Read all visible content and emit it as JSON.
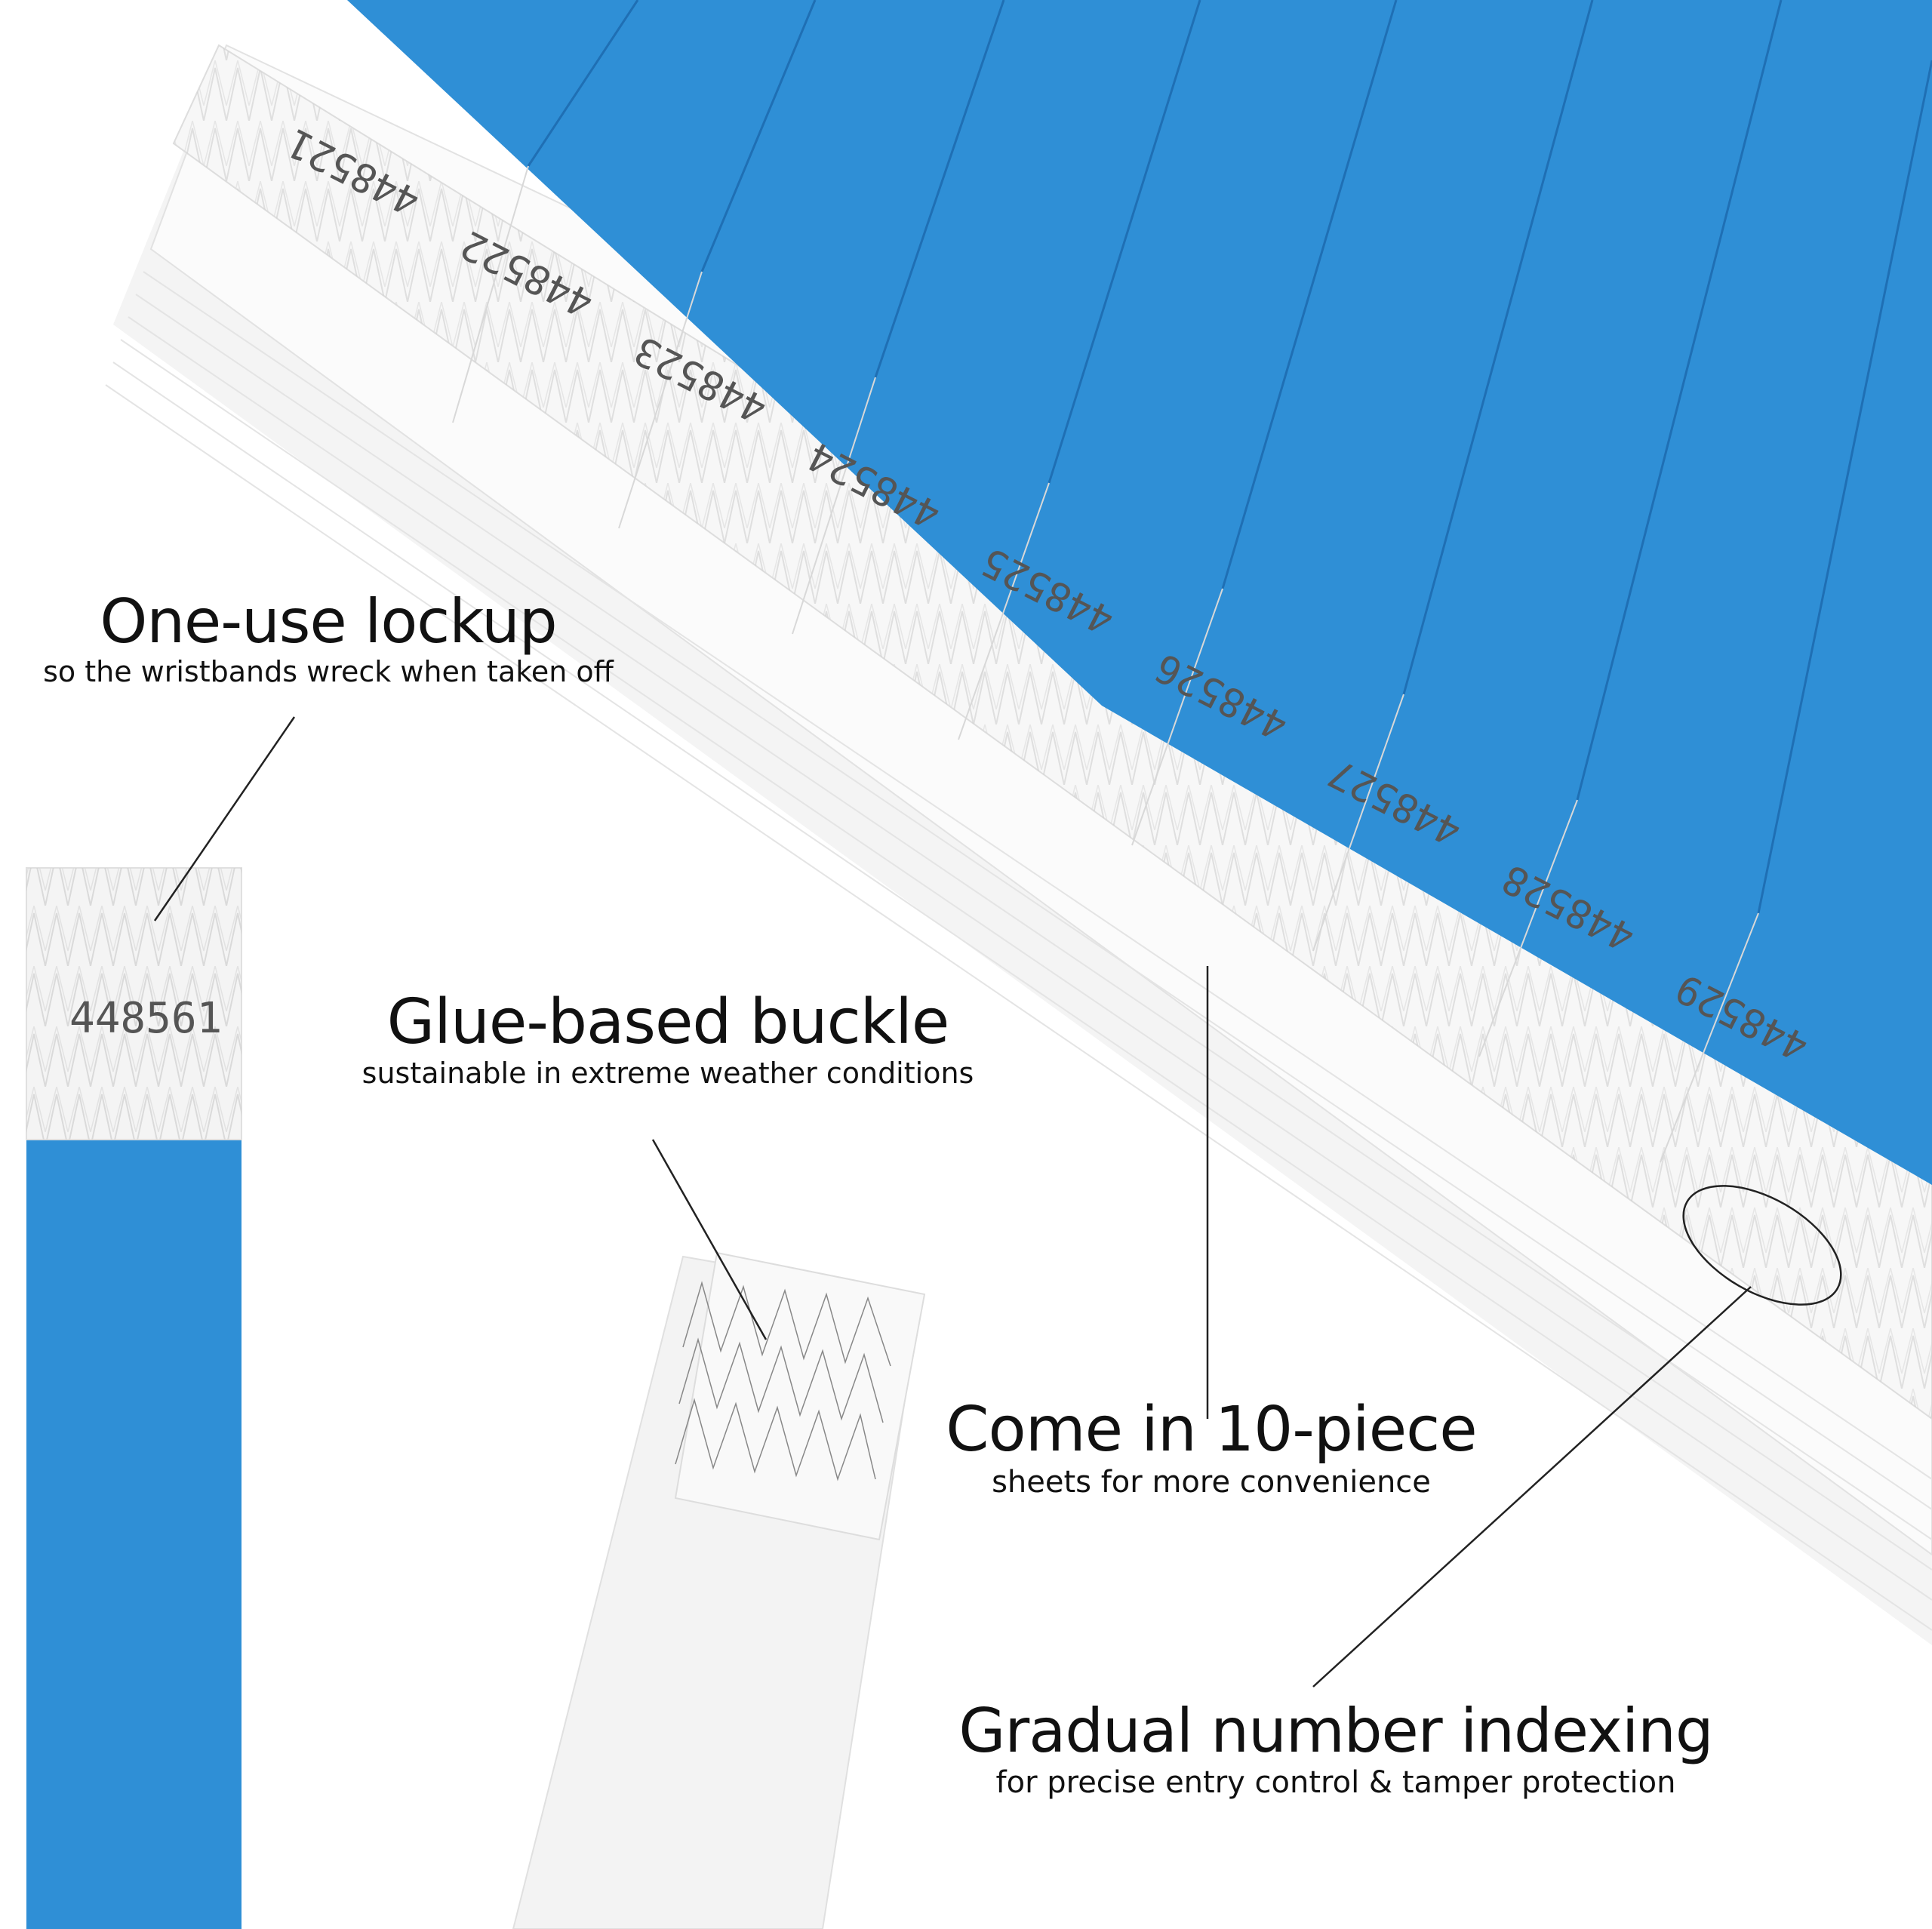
{
  "colors": {
    "band_blue": "#2f8fd6",
    "band_blue_dark": "#1f6fb4",
    "tab_white": "#f2f2f2",
    "text": "#111111"
  },
  "callouts": {
    "lockup": {
      "title": "One-use lockup",
      "subtitle": "so the wristbands wreck when taken off"
    },
    "buckle": {
      "title": "Glue-based buckle",
      "subtitle": "sustainable in extreme weather conditions"
    },
    "sheet": {
      "title": "Come in 10-piece",
      "subtitle": "sheets for more convenience"
    },
    "indexing": {
      "title": "Gradual number indexing",
      "subtitle": "for precise entry control & tamper protection"
    }
  },
  "sheet_numbers": [
    "448521",
    "448522",
    "448523",
    "448524",
    "448525",
    "448526",
    "448527",
    "448528",
    "448529"
  ],
  "single_band_number": "448561",
  "highlighted_number": "448529"
}
